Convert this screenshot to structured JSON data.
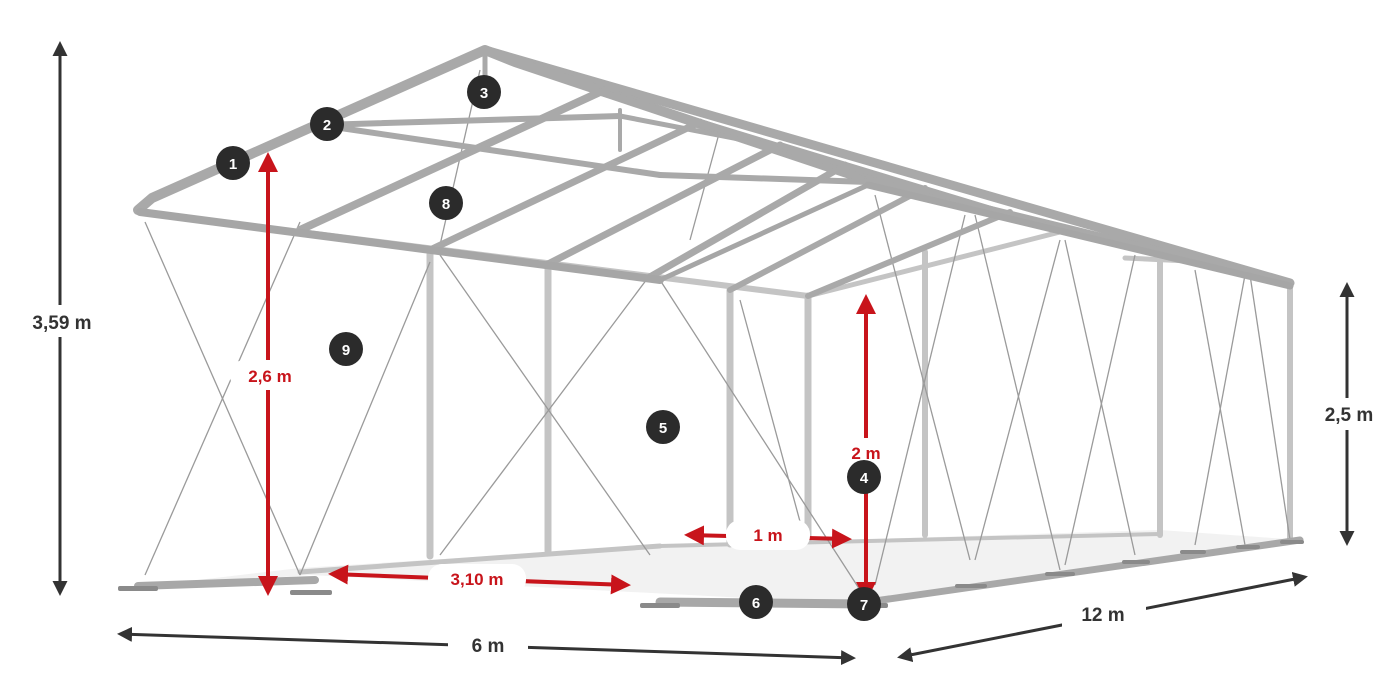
{
  "diagram": {
    "dimensions": {
      "total_height": "3,59 m",
      "side_height": "2,5 m",
      "width": "6 m",
      "length": "12 m"
    },
    "inner_measures": {
      "gable_post_height": "2,6 m",
      "door_height": "2 m",
      "door_width": "1 m",
      "post_spacing": "3,10 m"
    },
    "parts": [
      "1",
      "2",
      "3",
      "4",
      "5",
      "6",
      "7",
      "8",
      "9"
    ],
    "colors": {
      "frame": "#b4b4b4",
      "frame_dark": "#8c8c8c",
      "measure_red": "#c8141b",
      "dimension_gray": "#333333",
      "badge": "#2b2b2b"
    }
  }
}
